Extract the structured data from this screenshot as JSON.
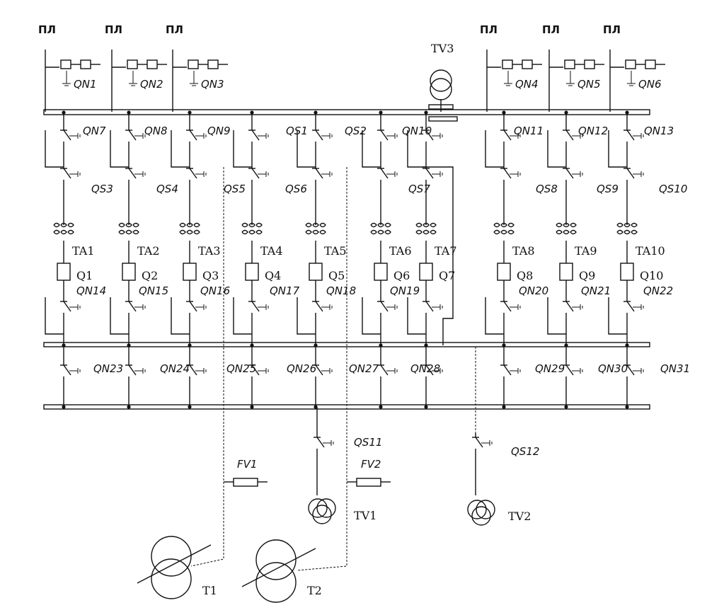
{
  "line_label": "ПЛ",
  "line_grounds": [
    "QN1",
    "QN2",
    "QN3",
    "QN4",
    "QN5",
    "QN6"
  ],
  "upper_disconnectors": [
    "QN7",
    "QN8",
    "QN9",
    "QS1",
    "QS2",
    "QN10",
    "QN11",
    "QN12",
    "QN13"
  ],
  "upper_switches": [
    "QS3",
    "QS4",
    "QS5",
    "QS6",
    "QS7",
    "QS8",
    "QS9",
    "QS10"
  ],
  "current_transformers": [
    "TA1",
    "TA2",
    "TA3",
    "TA4",
    "TA5",
    "TA6",
    "TA7",
    "TA8",
    "TA9",
    "TA10"
  ],
  "breakers": [
    "Q1",
    "Q2",
    "Q3",
    "Q4",
    "Q5",
    "Q6",
    "Q7",
    "Q8",
    "Q9",
    "Q10"
  ],
  "lower_disconnectors": [
    "QN14",
    "QN15",
    "QN16",
    "QN17",
    "QN18",
    "QN19",
    "QN20",
    "QN21",
    "QN22"
  ],
  "bottom_disconnectors": [
    "QN23",
    "QN24",
    "QN25",
    "QN26",
    "QN27",
    "QN28",
    "QN29",
    "QN30",
    "QN31"
  ],
  "vt_switches": [
    "QS11",
    "QS12"
  ],
  "arresters": [
    "FV1",
    "FV2"
  ],
  "voltage_transformers": [
    "TV1",
    "TV2",
    "TV3"
  ],
  "power_transformers": [
    "T1",
    "T2"
  ]
}
